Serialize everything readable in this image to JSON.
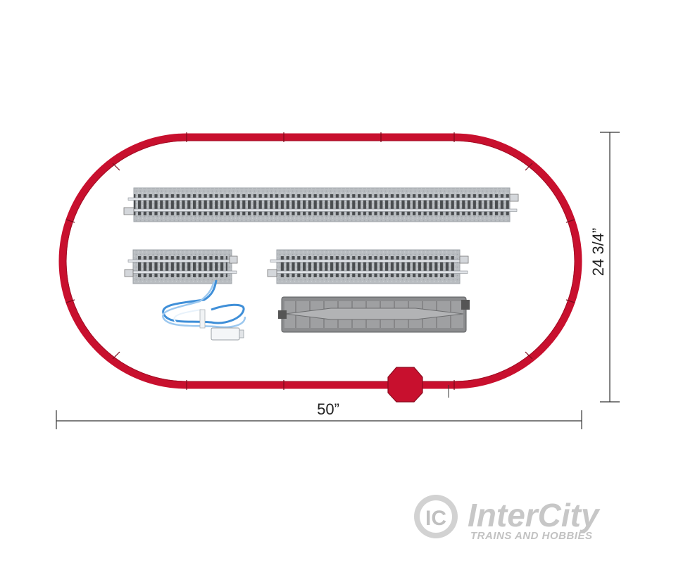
{
  "dimensions": {
    "width_label": "50”",
    "height_label": "24 3/4”"
  },
  "logo": {
    "name": "InterCity",
    "tagline": "TRAINS AND HOBBIES",
    "mark": "IC"
  },
  "colors": {
    "oval_track": "#c8102e",
    "track_ballast": "#b8bcc0",
    "rail": "#d9dce0",
    "tie": "#4a4d50",
    "cable_blue": "#3f8fd8",
    "logo_gray": "#c7c7c7"
  }
}
